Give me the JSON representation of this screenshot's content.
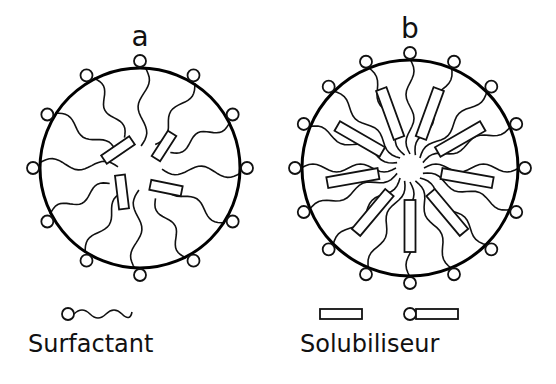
{
  "diagram": {
    "nodes": [
      {
        "text": [
          "a"
        ]
      },
      {
        "text": [
          "b"
        ]
      }
    ],
    "legend": [
      {
        "text": "Surfactant"
      },
      {
        "text": "Solubiliseur"
      }
    ]
  }
}
